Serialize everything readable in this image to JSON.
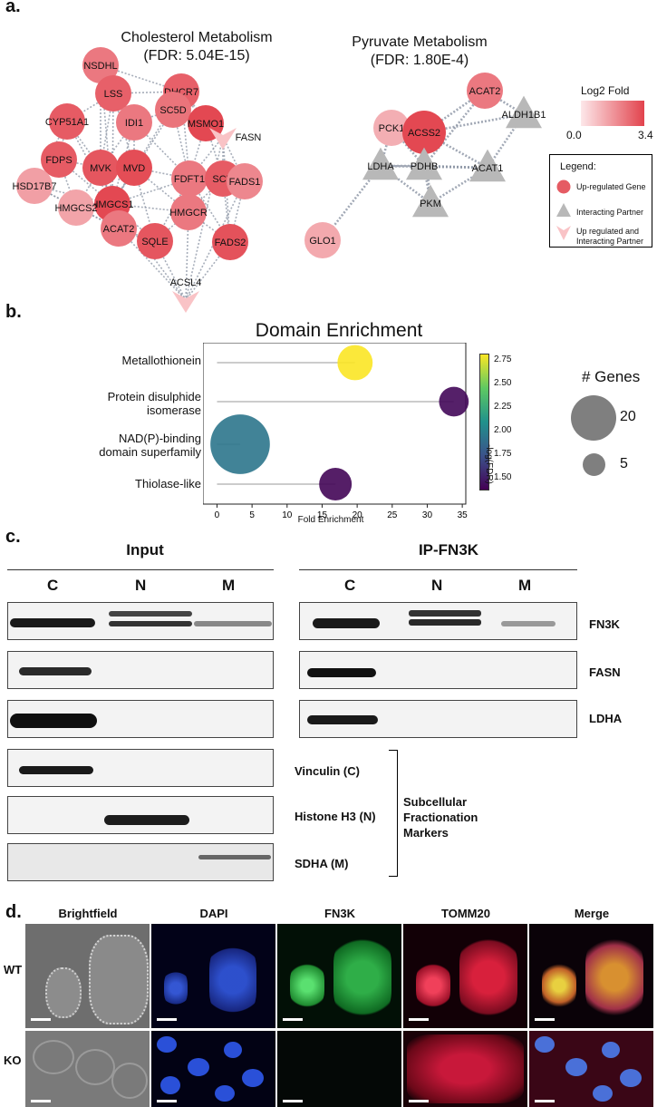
{
  "panels": {
    "a": "a.",
    "b": "b.",
    "c": "c.",
    "d": "d."
  },
  "colors": {
    "up_regulated": "#e55b63",
    "interacting": "#b8b8b8",
    "edge": "#8a93a3",
    "bubble_yellow": "#f6e43a",
    "bubble_purple": "#6a4a86",
    "bubble_blue": "#5a7fa8",
    "dapi": "#2a50d8",
    "fn3k": "#30b848",
    "tomm20": "#d21f3c"
  },
  "panel_a": {
    "cholesterol_title": [
      "Cholesterol Metabolism",
      "(FDR: 5.04E-15)"
    ],
    "pyruvate_title": [
      "Pyruvate Metabolism",
      "(FDR: 1.80E-4)"
    ],
    "colorbar_title": "Log2 Fold",
    "colorbar_min": "0.0",
    "colorbar_max": "3.4",
    "legend_title": "Legend:",
    "legend_items": [
      "Up-regulated Gene",
      "Interacting Partner",
      "Up regulated and Interacting Partner"
    ],
    "cholesterol_nodes": [
      {
        "label": "NSDHL",
        "shape": "circle",
        "log2fc": 2.3
      },
      {
        "label": "LSS",
        "shape": "circle",
        "log2fc": 2.8
      },
      {
        "label": "DHCR7",
        "shape": "circle",
        "log2fc": 2.8
      },
      {
        "label": "CYP51A1",
        "shape": "circle",
        "log2fc": 2.9
      },
      {
        "label": "IDI1",
        "shape": "circle",
        "log2fc": 2.3
      },
      {
        "label": "SC5D",
        "shape": "circle",
        "log2fc": 2.4
      },
      {
        "label": "MSMO1",
        "shape": "circle",
        "log2fc": 3.3
      },
      {
        "label": "FASN",
        "shape": "v",
        "log2fc": 1.0
      },
      {
        "label": "FDPS",
        "shape": "circle",
        "log2fc": 2.9
      },
      {
        "label": "MVK",
        "shape": "circle",
        "log2fc": 3.0
      },
      {
        "label": "MVD",
        "shape": "circle",
        "log2fc": 3.2
      },
      {
        "label": "HSD17B7",
        "shape": "circle",
        "log2fc": 1.5
      },
      {
        "label": "HMGCS1",
        "shape": "circle",
        "log2fc": 3.3
      },
      {
        "label": "FDFT1",
        "shape": "circle",
        "log2fc": 2.3
      },
      {
        "label": "SCD",
        "shape": "circle",
        "log2fc": 2.9
      },
      {
        "label": "FADS1",
        "shape": "circle",
        "log2fc": 2.0
      },
      {
        "label": "HMGCS2",
        "shape": "circle",
        "log2fc": 1.4
      },
      {
        "label": "ACAT2",
        "shape": "circle",
        "log2fc": 2.3
      },
      {
        "label": "SQLE",
        "shape": "circle",
        "log2fc": 3.0
      },
      {
        "label": "HMGCR",
        "shape": "circle",
        "log2fc": 2.3
      },
      {
        "label": "FADS2",
        "shape": "circle",
        "log2fc": 3.1
      },
      {
        "label": "ACSL4",
        "shape": "v",
        "log2fc": 1.0
      }
    ],
    "pyruvate_nodes": [
      {
        "label": "ACAT2",
        "shape": "circle",
        "log2fc": 2.3
      },
      {
        "label": "PCK1",
        "shape": "circle",
        "log2fc": 1.2
      },
      {
        "label": "ACSS2",
        "shape": "circle",
        "log2fc": 3.3
      },
      {
        "label": "ALDH1B1",
        "shape": "triangle"
      },
      {
        "label": "PDHB",
        "shape": "triangle"
      },
      {
        "label": "LDHA",
        "shape": "triangle"
      },
      {
        "label": "ACAT1",
        "shape": "triangle"
      },
      {
        "label": "PKM",
        "shape": "triangle"
      },
      {
        "label": "GLO1",
        "shape": "circle",
        "log2fc": 1.3
      }
    ]
  },
  "chart_data": {
    "type": "scatter",
    "title": "Domain Enrichment",
    "xlabel": "Fold Enrichment",
    "ylabel": "",
    "xlim": [
      -2,
      35.5
    ],
    "xticks": [
      "0",
      "5",
      "10",
      "15",
      "20",
      "25",
      "30",
      "35"
    ],
    "categories": [
      "Metallothionein",
      "Protein disulphide isomerase",
      "NAD(P)-binding domain superfamily",
      "Thiolase-like"
    ],
    "category_lines": [
      [
        "Metallothionein"
      ],
      [
        "Protein disulphide",
        "isomerase"
      ],
      [
        "NAD(P)-binding",
        "domain superfamily"
      ],
      [
        "Thiolase-like"
      ]
    ],
    "points": [
      {
        "category": "Metallothionein",
        "fold_enrichment": 19.7,
        "genes": 5,
        "neg_log_fdr": 2.8
      },
      {
        "category": "Protein disulphide isomerase",
        "fold_enrichment": 33.8,
        "genes": 3,
        "neg_log_fdr": 1.43
      },
      {
        "category": "NAD(P)-binding domain superfamily",
        "fold_enrichment": 3.3,
        "genes": 20,
        "neg_log_fdr": 1.95
      },
      {
        "category": "Thiolase-like",
        "fold_enrichment": 16.9,
        "genes": 4,
        "neg_log_fdr": 1.42
      }
    ],
    "colorbar_label": "-log(FDR)",
    "colorbar_ticks": [
      "2.75",
      "2.50",
      "2.25",
      "2.00",
      "1.75",
      "1.50"
    ],
    "size_legend_title": "# Genes",
    "size_legend": [
      "20",
      "5"
    ]
  },
  "panel_c": {
    "input_title": "Input",
    "ip_title": "IP-FN3K",
    "lanes": [
      "C",
      "N",
      "M"
    ],
    "right_labels": [
      "FN3K",
      "FASN",
      "LDHA"
    ],
    "marker_labels": [
      "Vinculin (C)",
      "Histone H3 (N)",
      "SDHA (M)"
    ],
    "marker_group": [
      "Subcellular",
      "Fractionation",
      "Markers"
    ]
  },
  "panel_d": {
    "columns": [
      "Brightfield",
      "DAPI",
      "FN3K",
      "TOMM20",
      "Merge"
    ],
    "rows": [
      "WT",
      "KO"
    ]
  }
}
